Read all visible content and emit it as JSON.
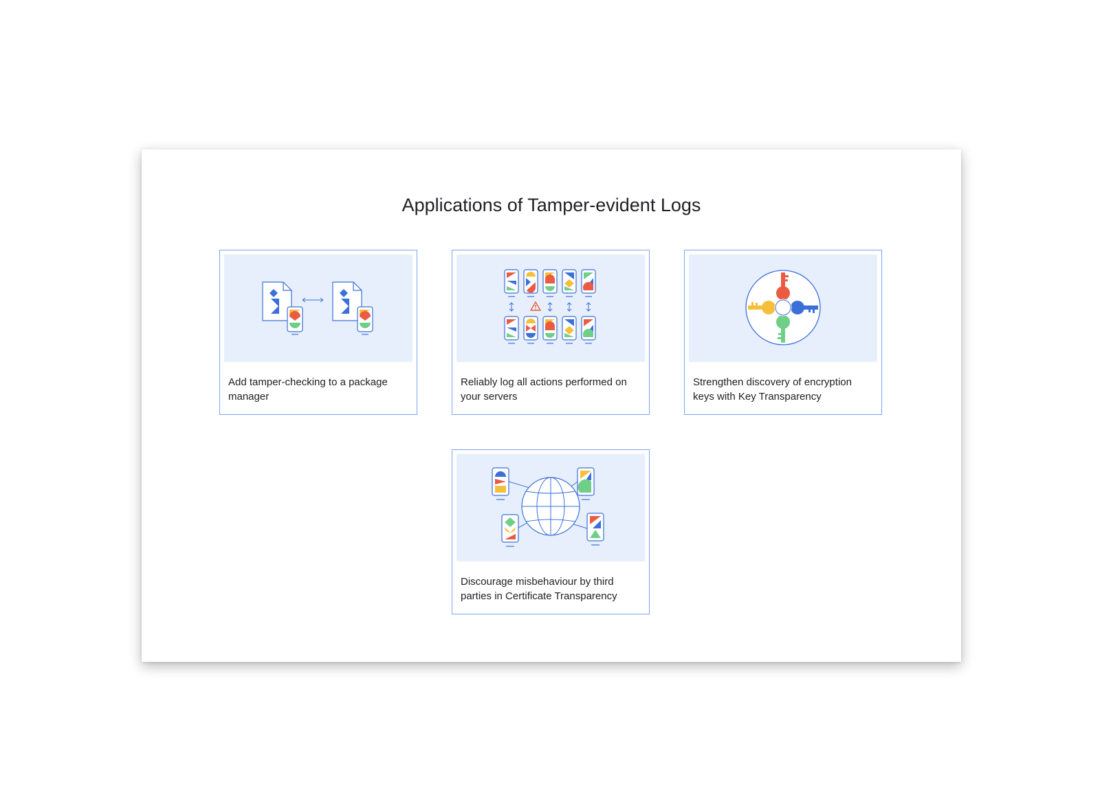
{
  "title": "Applications of Tamper-evident Logs",
  "cards": [
    {
      "caption": "Add tamper-checking to a package manager",
      "illustration": "package-files-icon"
    },
    {
      "caption": "Reliably log all actions performed on your servers",
      "illustration": "server-log-icon"
    },
    {
      "caption": "Strengthen discovery of encryption keys with Key Transparency",
      "illustration": "keys-ring-icon"
    },
    {
      "caption": "Discourage misbehaviour by third parties in Certificate Transparency",
      "illustration": "globe-network-icon"
    }
  ],
  "colors": {
    "blue": "#3b6fd9",
    "red": "#ea5b41",
    "yellow": "#f5bf3c",
    "green": "#6fcf87",
    "border": "#7ba3ee",
    "art_background": "#e8effc"
  }
}
